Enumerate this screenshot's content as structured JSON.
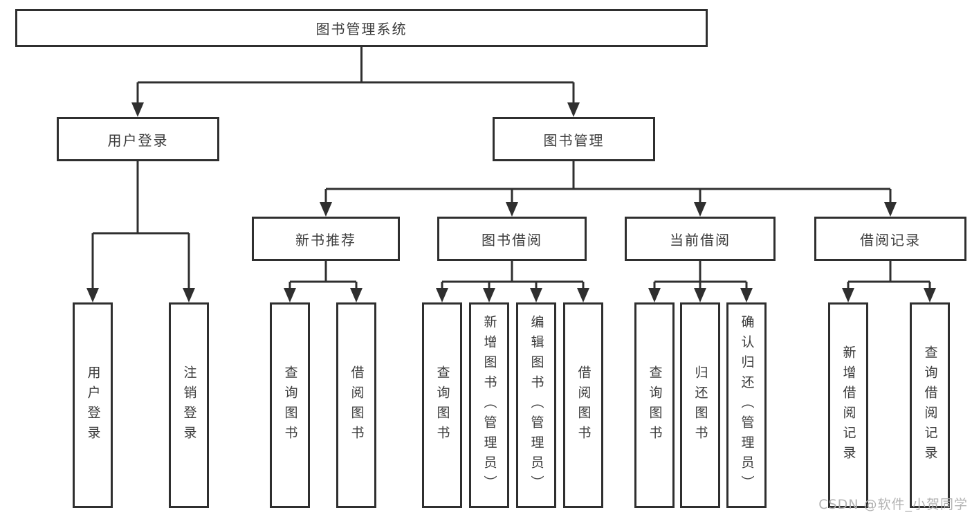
{
  "diagram": {
    "root": {
      "label": "图书管理系统"
    },
    "level2": [
      {
        "label": "用户登录"
      },
      {
        "label": "图书管理"
      }
    ],
    "level3": [
      {
        "label": "新书推荐"
      },
      {
        "label": "图书借阅"
      },
      {
        "label": "当前借阅"
      },
      {
        "label": "借阅记录"
      }
    ],
    "leaves": {
      "user_login": [
        {
          "label": "用户登录"
        },
        {
          "label": "注销登录"
        }
      ],
      "new_book": [
        {
          "label": "查询图书"
        },
        {
          "label": "借阅图书"
        }
      ],
      "book_borrow": [
        {
          "label": "查询图书"
        },
        {
          "label": "新增图书（管理员）"
        },
        {
          "label": "编辑图书（管理员）"
        },
        {
          "label": "借阅图书"
        }
      ],
      "current_borrow": [
        {
          "label": "查询图书"
        },
        {
          "label": "归还图书"
        },
        {
          "label": "确认归还（管理员）"
        }
      ],
      "borrow_record": [
        {
          "label": "新增借阅记录"
        },
        {
          "label": "查询借阅记录"
        }
      ]
    }
  },
  "watermark": "CSDN @软件_小贺同学",
  "colors": {
    "line": "#2f2f2f",
    "box_border": "#2f2f2f",
    "text": "#3c3c3c",
    "watermark": "#b3b3b3",
    "background": "#ffffff"
  }
}
